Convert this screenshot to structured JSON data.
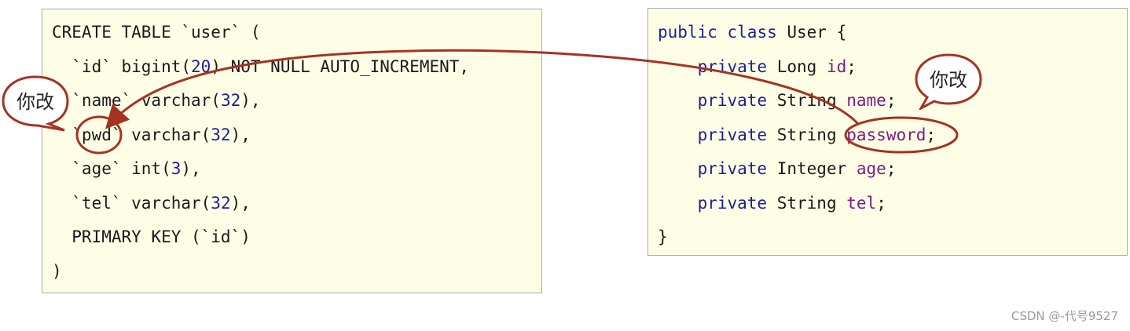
{
  "sql": {
    "lines": [
      "CREATE TABLE `user` (",
      "  `id` bigint(20) NOT NULL AUTO_INCREMENT,",
      "  `name` varchar(32),",
      "  `pwd` varchar(32),",
      "  `age` int(3),",
      "  `tel` varchar(32),",
      "  PRIMARY KEY (`id`)",
      ")"
    ]
  },
  "java": {
    "lines": [
      "public class User {",
      "    private Long id;",
      "    private String name;",
      "    private String password;",
      "    private Integer age;",
      "    private String tel;",
      "}"
    ]
  },
  "callouts": {
    "left": "你改",
    "right": "你改"
  },
  "colors": {
    "panel_bg": "#fefee6",
    "keyword": "#1d1d9b",
    "field": "#7b1c84",
    "highlight": "#a63224"
  },
  "watermark": "CSDN @-代号9527"
}
